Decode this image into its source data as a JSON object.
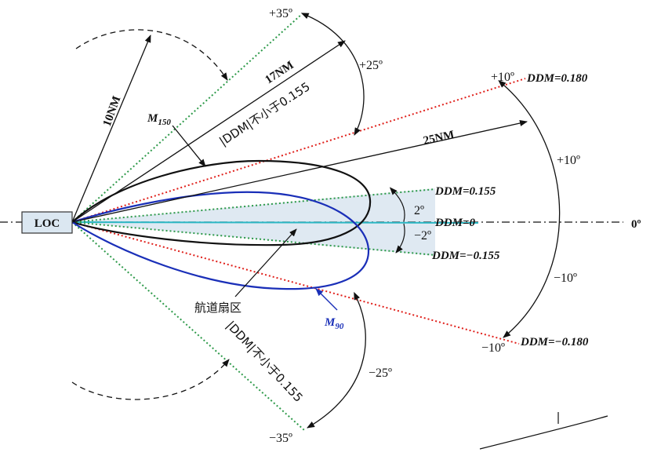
{
  "source": {
    "label": "LOC"
  },
  "angles": {
    "plus35": "+35º",
    "minus35": "−35º",
    "plus25": "+25º",
    "minus25": "−25º",
    "plus10_outer": "+10º",
    "minus10_outer": "−10º",
    "plus10_tip": "+10º",
    "minus10_tip": "−10º",
    "plus2": "2º",
    "minus2": "−2º",
    "zero": "0º"
  },
  "distances": {
    "d10": "10NM",
    "d17": "17NM",
    "d25": "25NM"
  },
  "ddm": {
    "plus180": "DDM=0.180",
    "minus180": "DDM=−0.180",
    "plus155": "DDM=0.155",
    "minus155": "DDM=−0.155",
    "zero": "DDM=0",
    "notless_upper": "|DDM|不小于0.155",
    "notless_lower": "|DDM|不小于0.155"
  },
  "lobes": {
    "m150_main": "M",
    "m150_sub": "150",
    "m90_main": "M",
    "m90_sub": "90"
  },
  "sector": {
    "label": "航道扇区"
  },
  "colors": {
    "green": "#2e9a4a",
    "red": "#e0201b",
    "blue": "#1a2fb8",
    "black": "#111111",
    "cyan": "#2bb7c4",
    "shade": "#dbe7f1"
  }
}
